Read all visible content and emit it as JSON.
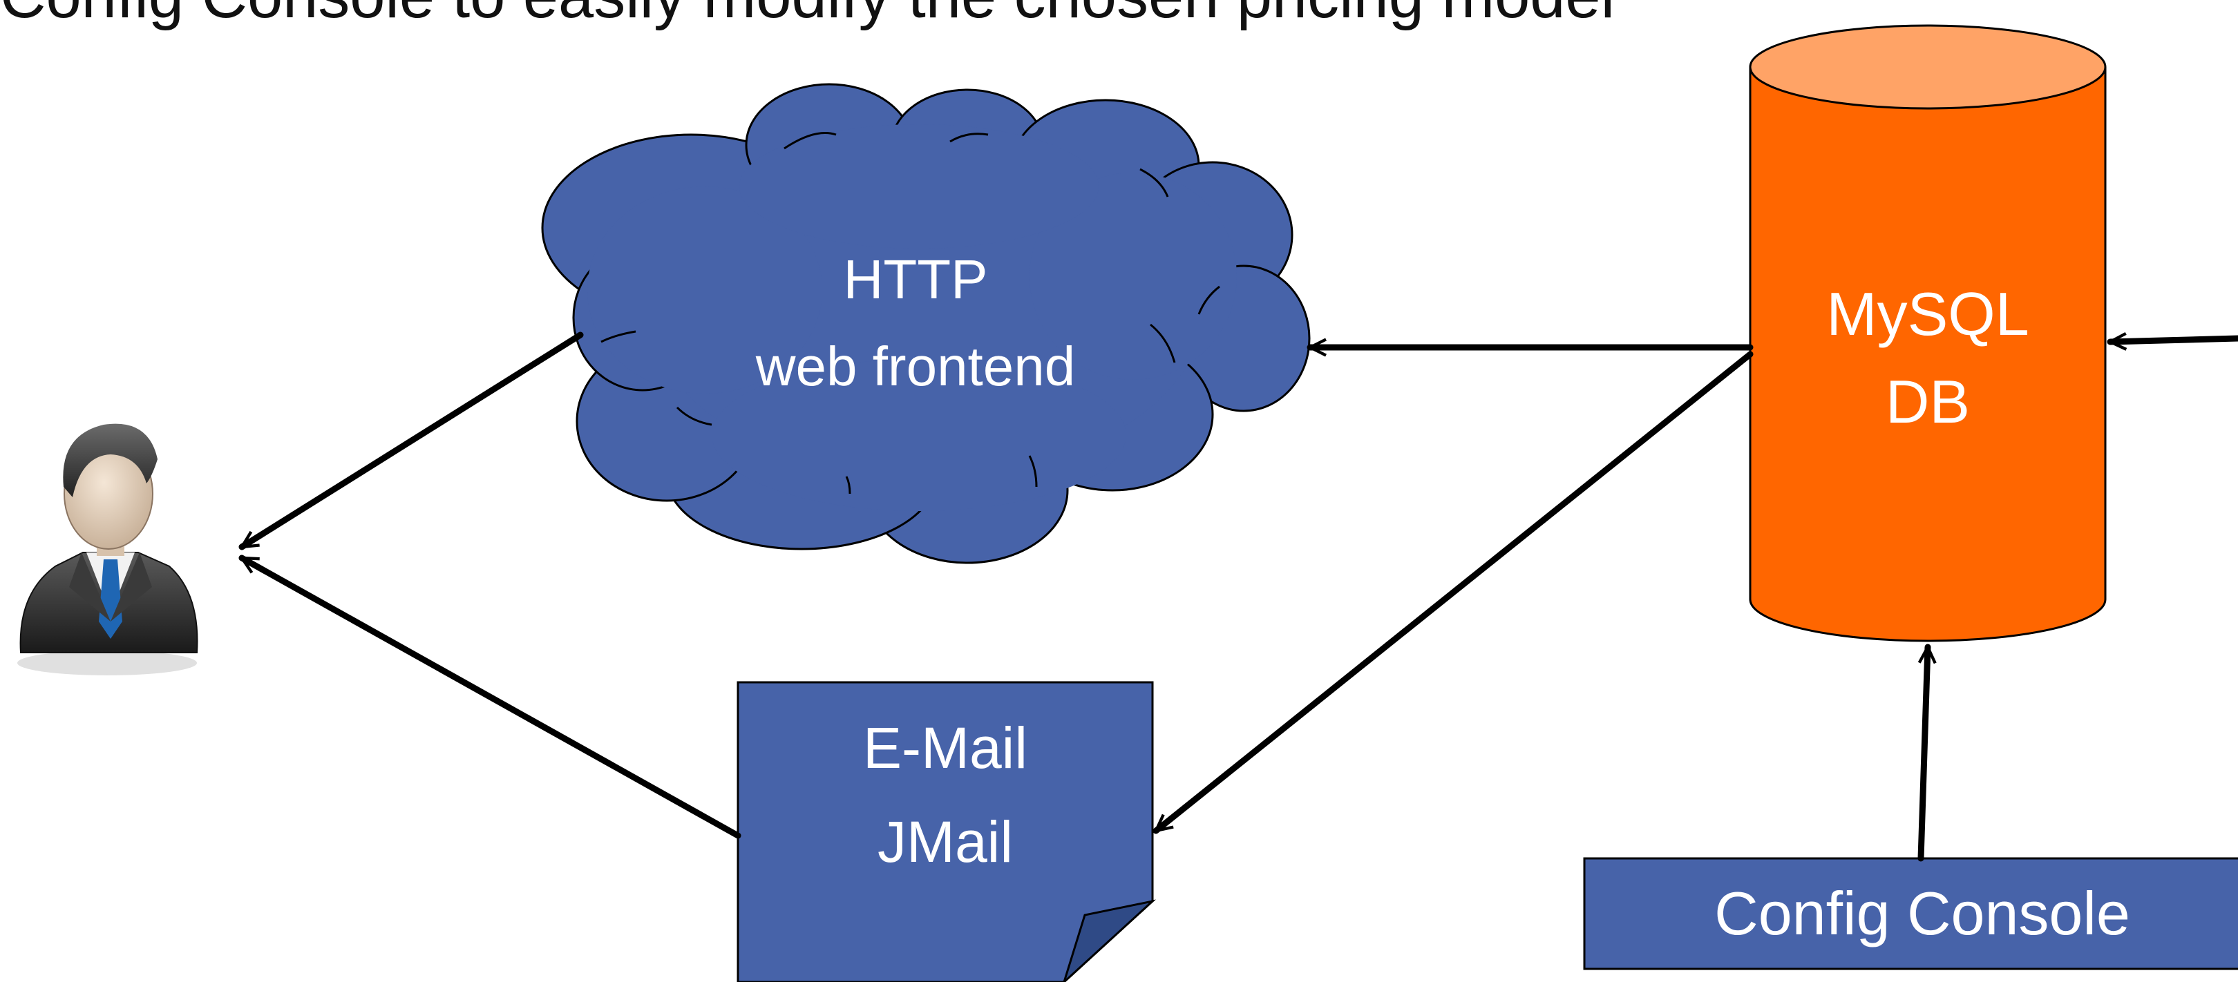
{
  "slide": {
    "heading": "Config Console to easily modify the chosen pricing model"
  },
  "nodes": {
    "cloud": {
      "line1": "HTTP",
      "line2": "web frontend"
    },
    "db": {
      "line1": "MySQL",
      "line2": "DB"
    },
    "email": {
      "line1": "E-Mail",
      "line2": "JMail"
    },
    "console": {
      "label": "Config Console"
    }
  },
  "colors": {
    "blue": "#4763A9",
    "orange": "#FF6600",
    "orange_top": "#FFA366",
    "arrow": "#000000",
    "text_light": "#ffffff",
    "text_dark": "#111111"
  },
  "icons": {
    "user": "businessman-user-icon"
  }
}
